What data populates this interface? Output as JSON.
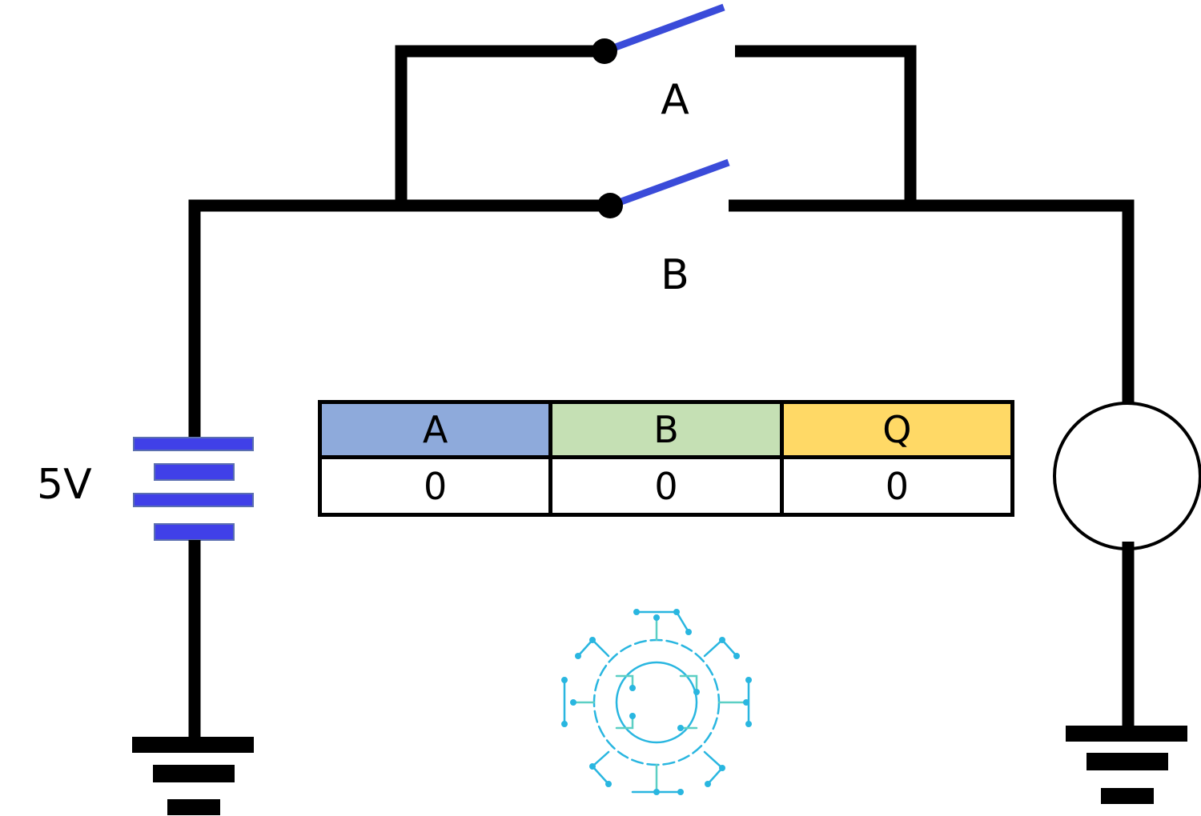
{
  "switches": {
    "a_label": "A",
    "b_label": "B"
  },
  "battery": {
    "voltage_label": "5V",
    "plate_color": "#4040e8"
  },
  "truth_table": {
    "headers": [
      "A",
      "B",
      "Q"
    ],
    "header_colors": [
      "#8eaadb",
      "#c5e0b4",
      "#ffd966"
    ],
    "rows": [
      [
        "0",
        "0",
        "0"
      ]
    ]
  },
  "lamp": {
    "state": "off"
  },
  "logo": {
    "icon": "circuit-gear-logo",
    "colors": [
      "#29b6e0",
      "#5ccfc4"
    ]
  }
}
